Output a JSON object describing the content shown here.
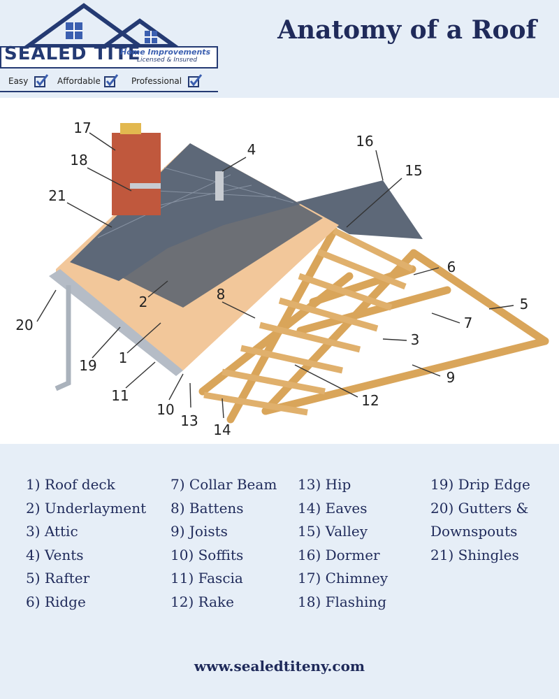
{
  "header": {
    "brand": "SEALED TITE",
    "brand_sub": "Home Improvements",
    "brand_sub2": "Licensed & Insured",
    "taglines": [
      "Easy",
      "Affordable",
      "Professional"
    ],
    "title": "Anatomy of a Roof"
  },
  "callouts": [
    "1",
    "2",
    "3",
    "4",
    "5",
    "6",
    "7",
    "8",
    "9",
    "10",
    "11",
    "12",
    "13",
    "14",
    "15",
    "16",
    "17",
    "18",
    "19",
    "20",
    "21"
  ],
  "legend": {
    "col1": [
      "1) Roof deck",
      "2) Underlayment",
      "3) Attic",
      "4) Vents",
      "5) Rafter",
      "6) Ridge"
    ],
    "col2": [
      "7) Collar Beam",
      "8) Battens",
      "9) Joists",
      "10) Soffits",
      "11) Fascia",
      "12) Rake"
    ],
    "col3": [
      "13) Hip",
      "14) Eaves",
      "15) Valley",
      "16) Dormer",
      "17) Chimney",
      "18) Flashing"
    ],
    "col4": [
      "19) Drip Edge",
      "20) Gutters &",
      "Downspouts",
      "21) Shingles"
    ]
  },
  "footer": {
    "website": "www.sealedtiteny.com"
  },
  "colors": {
    "navy": "#1f2a5a",
    "logo_blue": "#243a73",
    "background": "#e6eef7",
    "wood": "#d9a55a",
    "deck": "#f2c79a",
    "shingle": "#5d6878"
  }
}
